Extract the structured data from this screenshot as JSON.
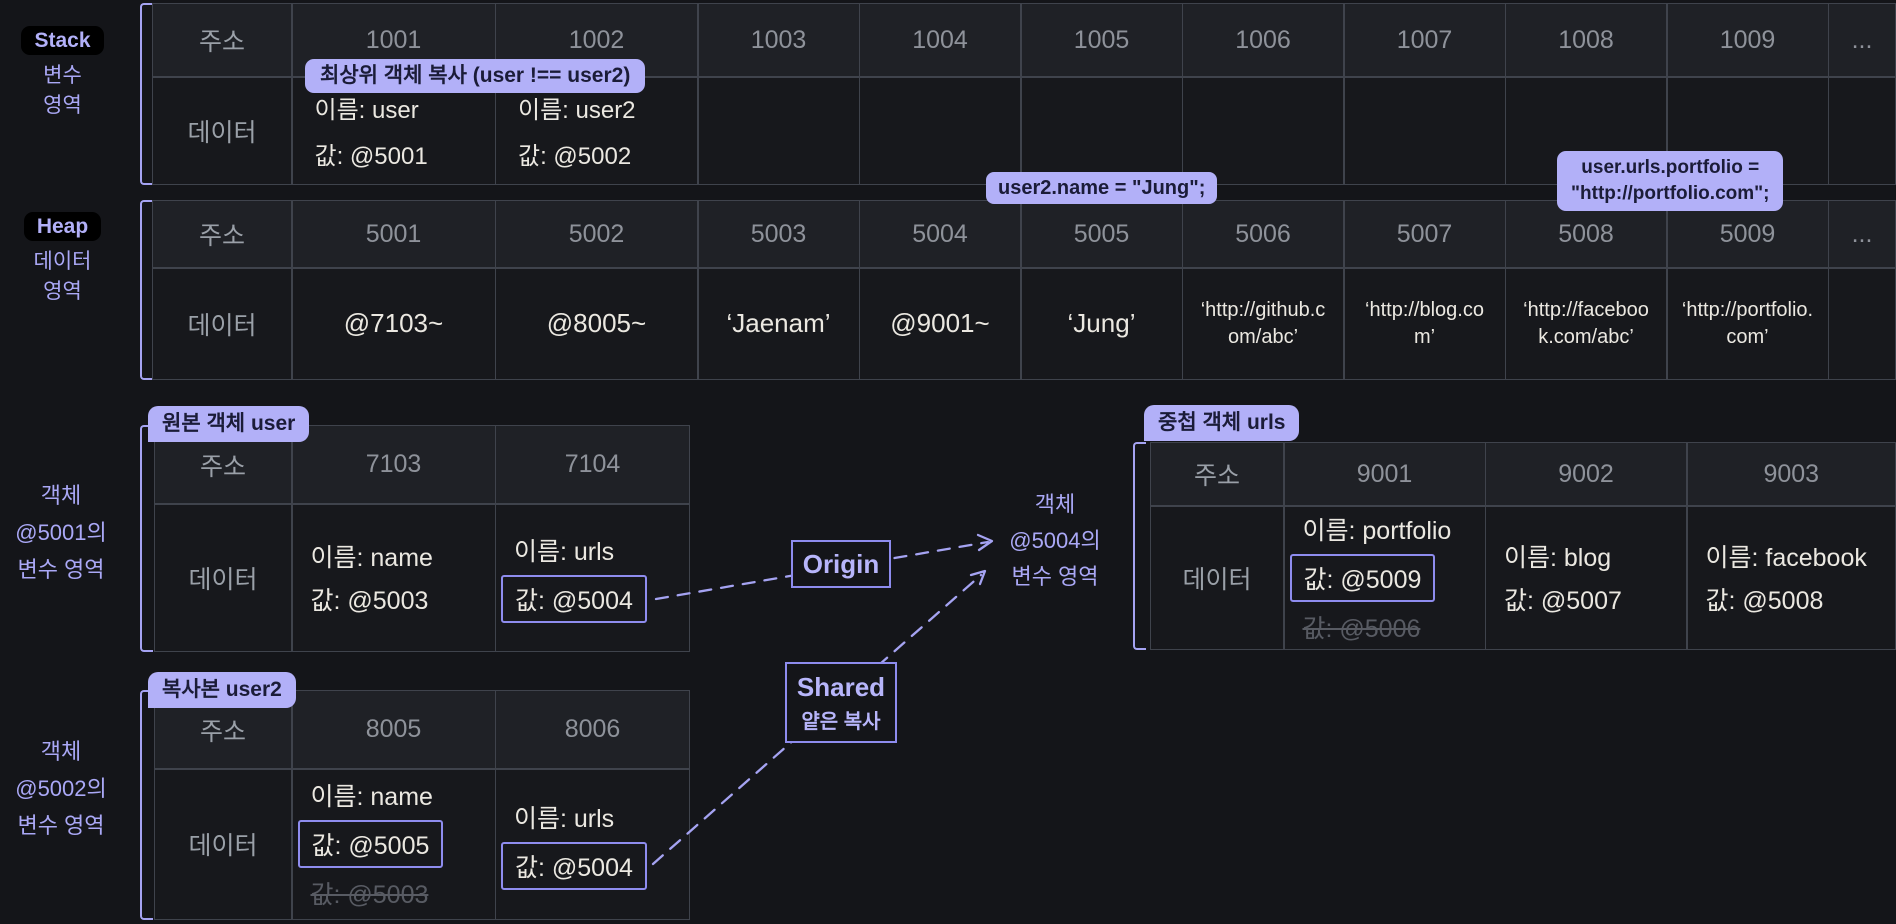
{
  "page": {
    "bg": "#141519",
    "accent": "#aaa8f6",
    "badge_bg": "#b2b0f8"
  },
  "labels": {
    "address": "주소",
    "data": "데이터"
  },
  "stack_section": {
    "badge": "Stack",
    "caption_lines": [
      "변수",
      "영역"
    ]
  },
  "heap_section": {
    "badge": "Heap",
    "caption_lines": [
      "데이터",
      "영역"
    ]
  },
  "stack_table": {
    "addresses": [
      "1001",
      "1002",
      "1003",
      "1004",
      "1005",
      "1006",
      "1007",
      "1008",
      "1009",
      "..."
    ],
    "entries": [
      {
        "name": "이름: user",
        "value": "값: @5001"
      },
      {
        "name": "이름: user2",
        "value": "값: @5002"
      }
    ]
  },
  "heap_table": {
    "addresses": [
      "5001",
      "5002",
      "5003",
      "5004",
      "5005",
      "5006",
      "5007",
      "5008",
      "5009",
      "..."
    ],
    "values": [
      "@7103~",
      "@8005~",
      "‘Jaenam’",
      "@9001~",
      "‘Jung’",
      "‘http://github.com/abc’",
      "‘http://blog.com’",
      "‘http://facebook.com/abc’",
      "‘http://portfolio.com’"
    ]
  },
  "callouts": {
    "top_copy": "최상위 객체 복사 (user  !==  user2)",
    "jung": "user2.name = \"Jung\";",
    "portfolio": [
      "user.urls.portfolio =",
      "\"http://portfolio.com\";"
    ]
  },
  "side_labels": {
    "obj5001": [
      "객체",
      "@5001의",
      "변수 영역"
    ],
    "obj5002": [
      "객체",
      "@5002의",
      "변수 영역"
    ],
    "obj5004": [
      "객체",
      "@5004의",
      "변수 영역"
    ]
  },
  "user_table": {
    "badge": "원본 객체 user",
    "addresses": [
      "7103",
      "7104"
    ],
    "entries": [
      {
        "name": "이름: name",
        "value": "값: @5003"
      },
      {
        "name": "이름: urls",
        "value": "값: @5004"
      }
    ]
  },
  "user2_table": {
    "badge": "복사본 user2",
    "addresses": [
      "8005",
      "8006"
    ],
    "entries": [
      {
        "name": "이름: name",
        "value": "값: @5005",
        "old": "값: @5003"
      },
      {
        "name": "이름: urls",
        "value": "값: @5004"
      }
    ]
  },
  "urls_table": {
    "badge": "중첩 객체 urls",
    "addresses": [
      "9001",
      "9002",
      "9003"
    ],
    "entries": [
      {
        "name": "이름: portfolio",
        "value": "값: @5009",
        "old": "값: @5006"
      },
      {
        "name": "이름: blog",
        "value": "값: @5007"
      },
      {
        "name": "이름: facebook",
        "value": "값: @5008"
      }
    ]
  },
  "connectors": {
    "origin": "Origin",
    "shared": "Shared",
    "shared_sub": "얕은 복사"
  }
}
